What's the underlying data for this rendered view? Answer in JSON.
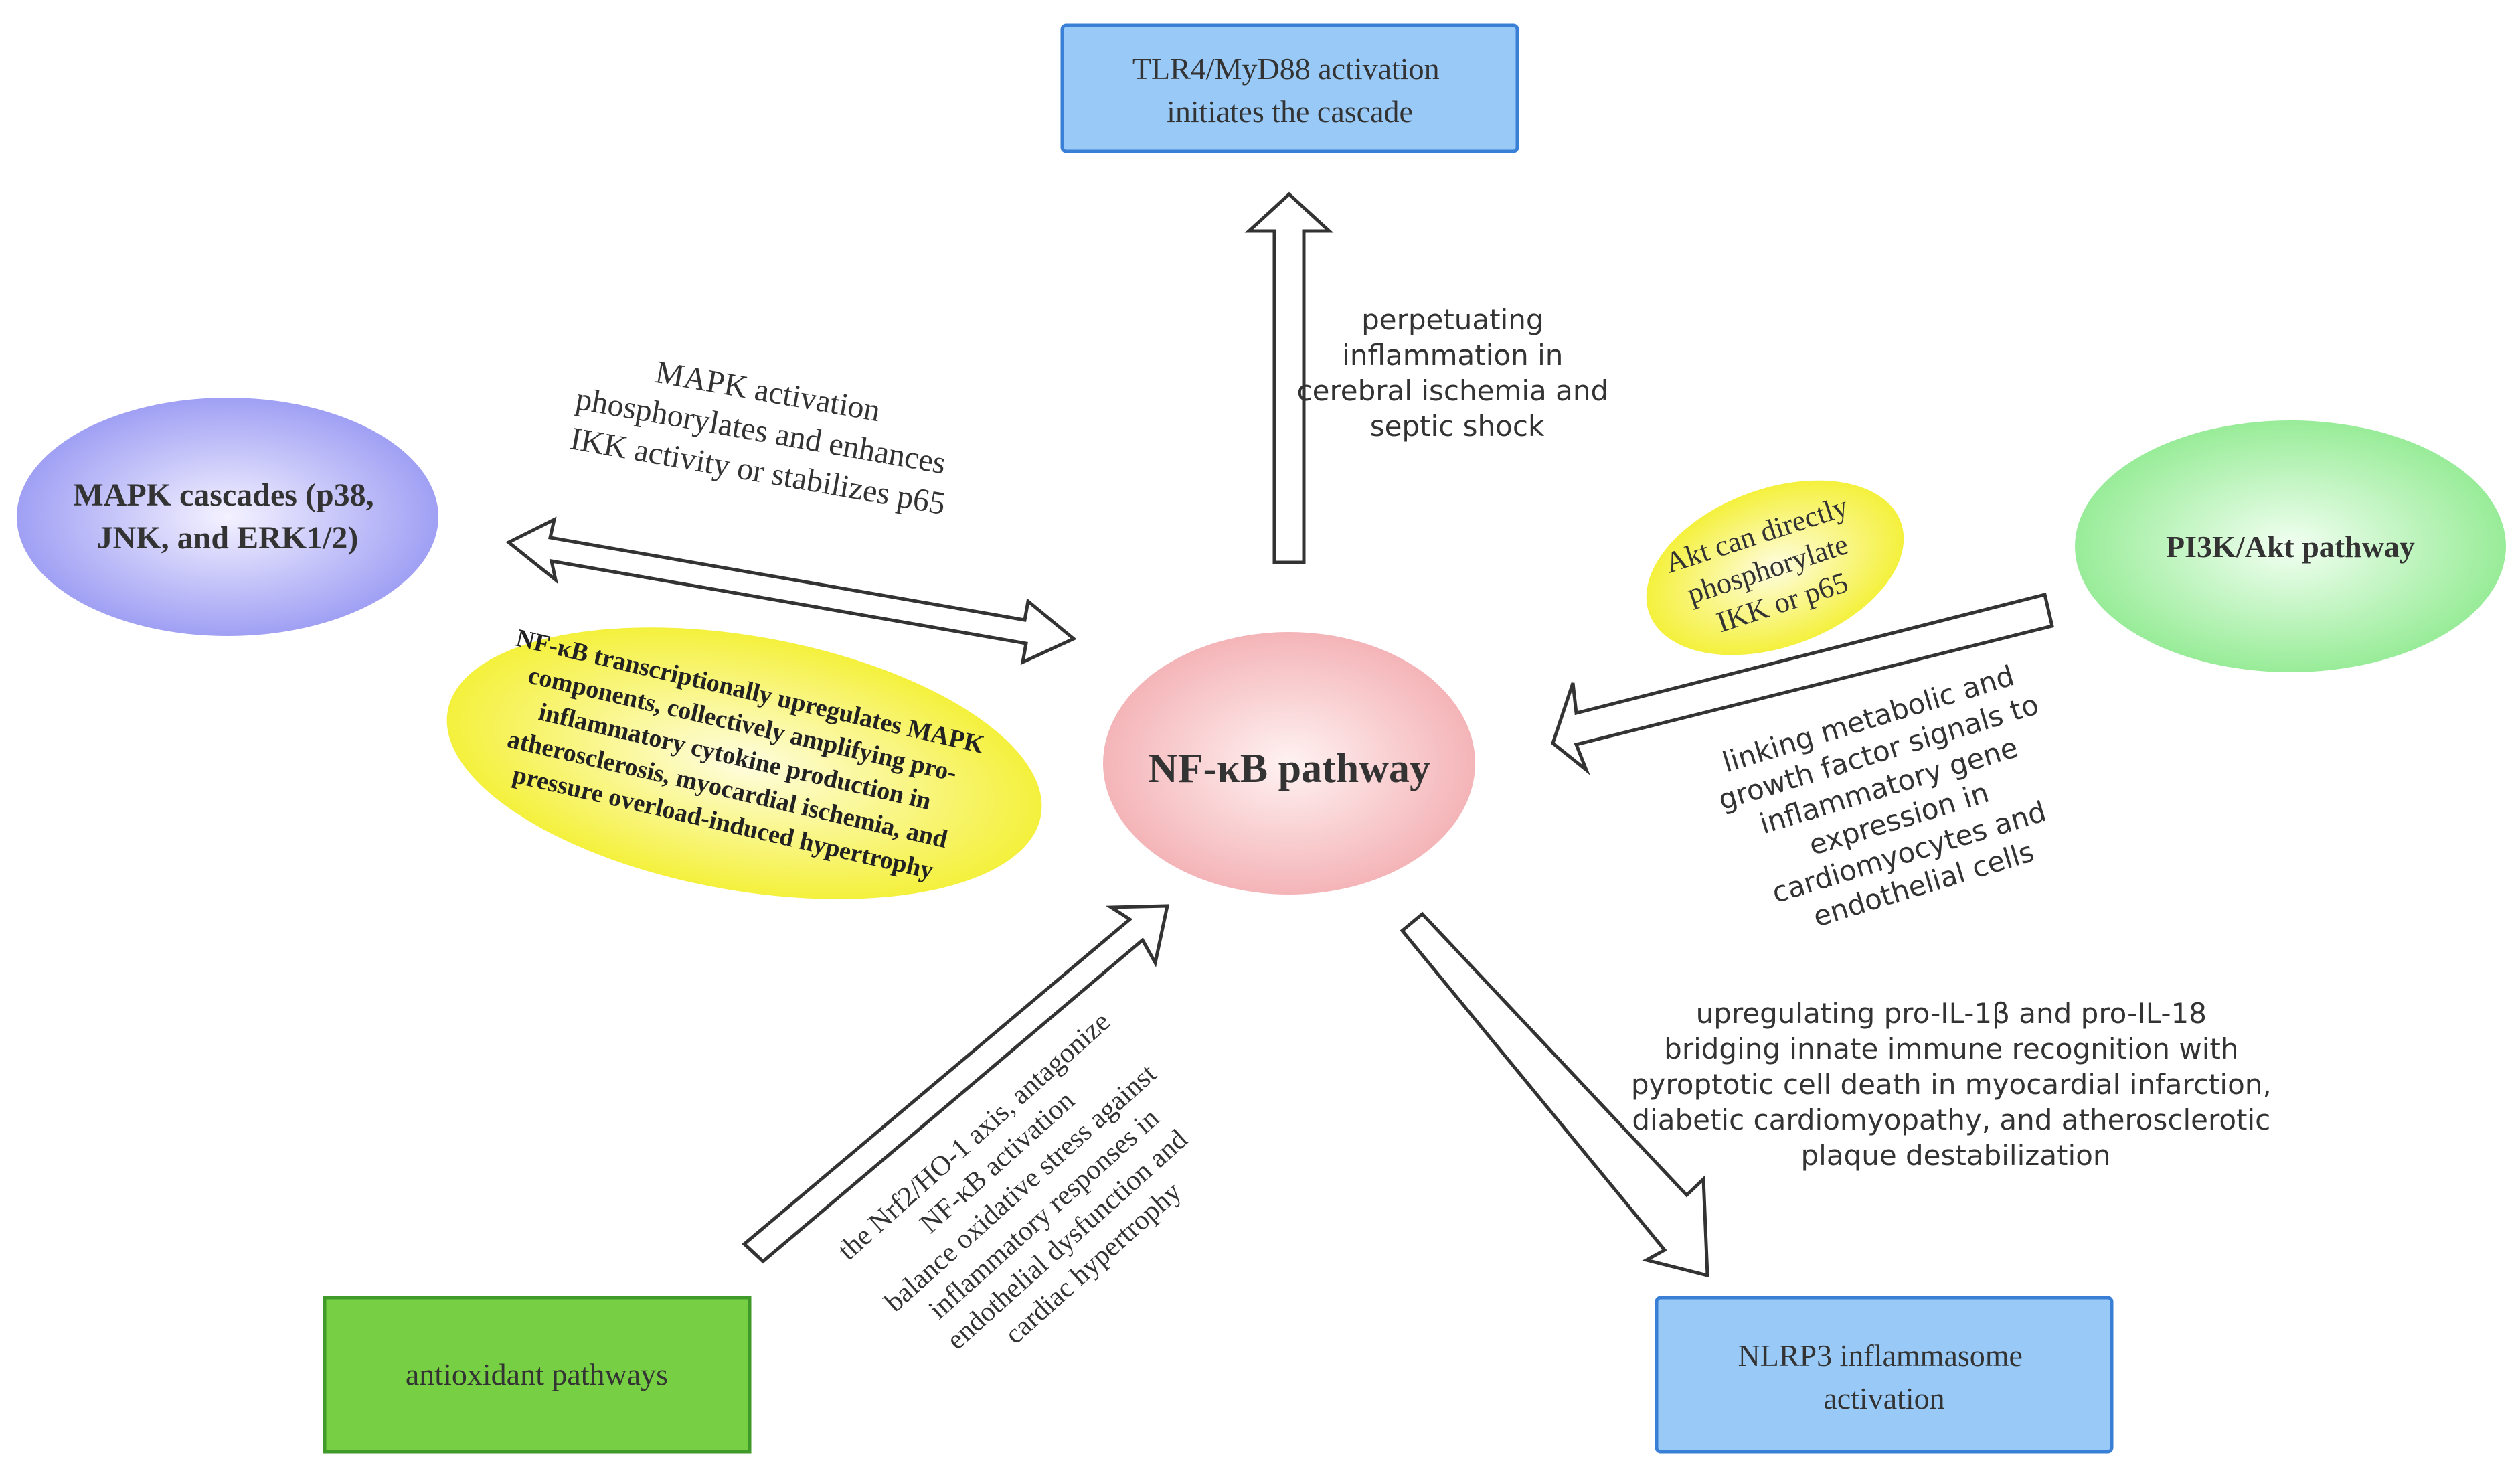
{
  "nodes": {
    "center": {
      "label": "NF-κB pathway"
    },
    "tlr4": {
      "lines": [
        "TLR4/MyD88 activation",
        "initiates the cascade"
      ]
    },
    "mapk": {
      "lines": [
        "MAPK cascades (p38,",
        "JNK, and ERK1/2)"
      ]
    },
    "pi3k": {
      "label": "PI3K/Akt pathway"
    },
    "antioxidant": {
      "label": "antioxidant pathways"
    },
    "nlrp3": {
      "lines": [
        "NLRP3 inflammasome",
        "activation"
      ]
    }
  },
  "labels": {
    "perpetuating": [
      "perpetuating",
      "inflammation in",
      "cerebral ischemia and",
      "septic shock"
    ],
    "mapk_activation": [
      "MAPK activation",
      "phosphorylates and enhances",
      "IKK activity or stabilizes p65"
    ],
    "nfkb_upregulates": [
      "NF-κB transcriptionally upregulates MAPK",
      "components, collectively amplifying pro-",
      "inflammatory cytokine production in",
      "atherosclerosis, myocardial ischemia, and",
      "pressure overload-induced hypertrophy"
    ],
    "akt_direct": [
      "Akt can directly",
      "phosphorylate",
      "IKK or p65"
    ],
    "linking": [
      "linking metabolic and",
      "growth factor signals to",
      "inflammatory gene",
      "expression in",
      "cardiomyocytes and",
      "endothelial cells"
    ],
    "upregulating": [
      "upregulating pro-IL-1β and pro-IL-18",
      "bridging innate immune recognition with",
      "pyroptotic cell death in myocardial infarction,",
      "diabetic cardiomyopathy, and atherosclerotic",
      "plaque destabilization"
    ],
    "nrf2": [
      "the Nrf2/HO-1 axis, antagonize",
      "NF-κB activation",
      "balance oxidative stress against",
      "inflammatory responses in",
      "endothelial dysfunction and",
      "cardiac hypertrophy"
    ]
  },
  "colors": {
    "center_fill": "#f2a8ac",
    "blue_box": "#99c9f7",
    "blue_border": "#3a7fd6",
    "mapk_fill": "#8f8ff2",
    "pi3k_fill": "#86e886",
    "antioxidant_fill": "#77d044",
    "antioxidant_border": "#3f9a2a",
    "yellow": "#f2ee1c",
    "arrow_stroke": "#333333",
    "text": "#333333"
  }
}
